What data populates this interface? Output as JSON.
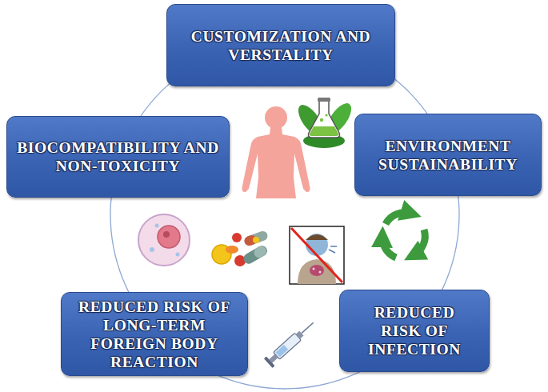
{
  "diagram": {
    "nodes": [
      {
        "text": [
          "CUSTOMIZATION AND VERSTALITY"
        ]
      },
      {
        "text": [
          "BIOCOMPATIBILITY AND NON-TOXICITY"
        ]
      },
      {
        "text": [
          "ENVIRONMENT SUSTAINABILITY"
        ]
      },
      {
        "text": [
          "REDUCED RISK OF LONG-TERM FOREIGN BODY REACTION"
        ]
      },
      {
        "text": [
          "REDUCED RISK OF INFECTION"
        ]
      }
    ]
  }
}
